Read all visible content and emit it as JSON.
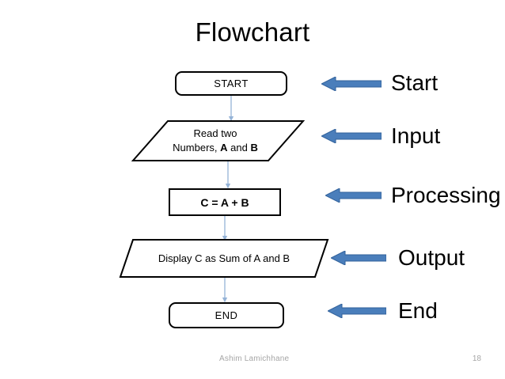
{
  "slide": {
    "title": "Flowchart",
    "background_color": "#ffffff"
  },
  "colors": {
    "shape_outline": "#000000",
    "shape_fill": "#ffffff",
    "connector": "#95b3d7",
    "annotation_arrow": "#4a7ebb",
    "annotation_arrow_outline": "#31619b",
    "text": "#000000",
    "footer_text": "#a6a6a6"
  },
  "flowchart": {
    "nodes": [
      {
        "id": "start",
        "shape": "terminator",
        "label": "START",
        "bold": false
      },
      {
        "id": "input",
        "shape": "parallelogram",
        "label_line1": "Read two",
        "label_line2_pre": "Numbers, ",
        "label_line2_b1": "A",
        "label_line2_mid": " and ",
        "label_line2_b2": "B"
      },
      {
        "id": "process",
        "shape": "rectangle",
        "label": "C = A + B",
        "bold": true
      },
      {
        "id": "output",
        "shape": "parallelogram",
        "label": "Display C as Sum of A and B"
      },
      {
        "id": "end",
        "shape": "terminator",
        "label": "END",
        "bold": false
      }
    ],
    "connector_count": 4
  },
  "annotations": [
    {
      "id": "start",
      "label": "Start",
      "arrow": "left-arrow-icon"
    },
    {
      "id": "input",
      "label": "Input",
      "arrow": "left-arrow-icon"
    },
    {
      "id": "processing",
      "label": "Processing",
      "arrow": "left-arrow-icon"
    },
    {
      "id": "output",
      "label": "Output",
      "arrow": "left-arrow-icon"
    },
    {
      "id": "end",
      "label": "End",
      "arrow": "left-arrow-icon"
    }
  ],
  "footer": {
    "author": "Ashim Lamichhane",
    "page_number": "18"
  }
}
